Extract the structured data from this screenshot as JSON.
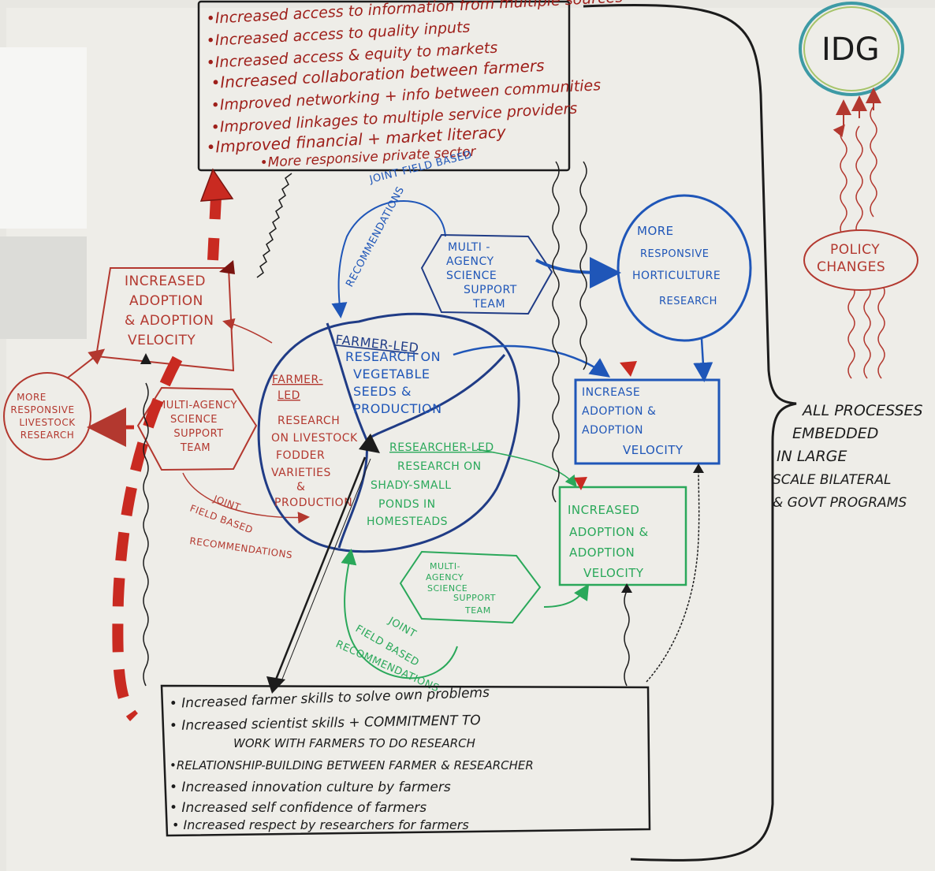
{
  "colors": {
    "paper": "#eeede8",
    "red": "#b3382f",
    "dark_red": "#9e1f1a",
    "blue": "#1f56b8",
    "navy": "#203c86",
    "green": "#2aa85a",
    "black": "#1c1c1c",
    "circle_teal": "#3d9aa5"
  },
  "top_box": {
    "items": [
      "•Increased access to information from multiple sources",
      "•Increased access to quality inputs",
      "•Increased access & equity to markets",
      "•Increased collaboration between farmers",
      "•Improved networking + info between communities",
      "•Improved linkages to multiple service providers",
      "•Improved financial + market literacy",
      "•More responsive private sector"
    ]
  },
  "idg": {
    "label": "IDG"
  },
  "policy": {
    "label_line1": "POLICY",
    "label_line2": "CHANGES"
  },
  "embedded": {
    "lines": [
      "ALL PROCESSES",
      "EMBEDDED",
      "IN LARGE",
      "SCALE BILATERAL",
      "& GOVT PROGRAMS"
    ]
  },
  "red_cluster": {
    "adoption_lines": [
      "INCREASED",
      "ADOPTION",
      "& ADOPTION",
      "VELOCITY"
    ],
    "livestock_lines": [
      "MORE",
      "RESPONSIVE",
      "LIVESTOCK",
      "RESEARCH"
    ],
    "team_lines": [
      "MULTI-AGENCY",
      "SCIENCE",
      "SUPPORT",
      "TEAM"
    ],
    "recs_lines": [
      "JOINT",
      "FIELD BASED",
      "RECOMMENDATIONS"
    ]
  },
  "farmer_livestock": {
    "lines": [
      "FARMER-",
      "LED",
      "RESEARCH",
      "ON LIVESTOCK",
      "FODDER",
      "VARIETIES",
      "&",
      "PRODUCTION"
    ]
  },
  "farmer_vegetable": {
    "lines": [
      "FARMER-LED",
      "RESEARCH ON",
      "VEGETABLE",
      "SEEDS &",
      "PRODUCTION"
    ]
  },
  "researcher_ponds": {
    "lines": [
      "RESEARCHER-LED",
      "RESEARCH ON",
      "SHADY-SMALL",
      "PONDS IN",
      "HOMESTEADS"
    ]
  },
  "blue_cluster": {
    "recs_lines": [
      "JOINT FIELD BASED",
      "RECOMMENDATIONS"
    ],
    "team_lines": [
      "MULTI -",
      "AGENCY",
      "SCIENCE",
      "SUPPORT",
      "TEAM"
    ],
    "horticulture_lines": [
      "MORE",
      "RESPONSIVE",
      "HORTICULTURE",
      "RESEARCH"
    ],
    "adoption_lines": [
      "INCREASE",
      "ADOPTION &",
      "ADOPTION",
      "VELOCITY"
    ]
  },
  "green_cluster": {
    "adoption_lines": [
      "INCREASED",
      "ADOPTION &",
      "ADOPTION",
      "VELOCITY"
    ],
    "team_lines": [
      "MULTI-",
      "AGENCY",
      "SCIENCE",
      "SUPPORT",
      "TEAM"
    ],
    "recs_lines": [
      "JOINT",
      "FIELD BASED",
      "RECOMMENDATIONS"
    ]
  },
  "bottom_box": {
    "items": [
      "• Increased farmer skills to solve own problems",
      "• Increased scientist skills + COMMITMENT TO",
      "WORK WITH FARMERS TO DO RESEARCH",
      "•RELATIONSHIP-BUILDING BETWEEN FARMER & RESEARCHER",
      "• Increased innovation culture by farmers",
      "• Increased self confidence of farmers",
      "• Increased respect by researchers for farmers"
    ]
  }
}
